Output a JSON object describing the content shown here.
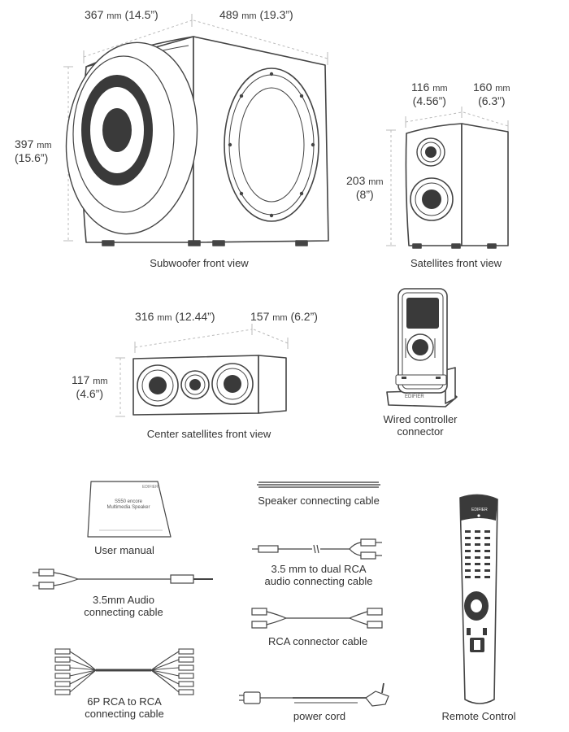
{
  "dimensions": {
    "sub_width": {
      "value": "367",
      "unit": "mm",
      "inch": "(14.5”)"
    },
    "sub_depth": {
      "value": "489",
      "unit": "mm",
      "inch": "(19.3”)"
    },
    "sub_height": {
      "value": "397",
      "unit": "mm",
      "inch": "(15.6”)"
    },
    "sat_width": {
      "value": "116",
      "unit": "mm",
      "inch": "(4.56”)"
    },
    "sat_depth": {
      "value": "160",
      "unit": "mm",
      "inch": "(6.3”)"
    },
    "sat_height": {
      "value": "203",
      "unit": "mm",
      "inch": "(8”)"
    },
    "center_width": {
      "value": "316",
      "unit": "mm",
      "inch": "(12.44”)"
    },
    "center_depth": {
      "value": "157",
      "unit": "mm",
      "inch": "(6.2”)"
    },
    "center_height": {
      "value": "117",
      "unit": "mm",
      "inch": "(4.6”)"
    }
  },
  "captions": {
    "subwoofer": "Subwoofer front view",
    "satellites": "Satellites front view",
    "center": "Center satellites front view",
    "controller_line1": "Wired controller",
    "controller_line2": "connector",
    "manual": "User manual",
    "speaker_cable": "Speaker connecting cable",
    "rca35_line1": "3.5 mm to dual RCA",
    "rca35_line2": "audio connecting cable",
    "audio35_line1": "3.5mm Audio",
    "audio35_line2": "connecting cable",
    "rca_cable": "RCA connector cable",
    "rca6p_line1": "6P RCA to RCA",
    "rca6p_line2": "connecting cable",
    "power": "power cord",
    "remote": "Remote Control"
  },
  "brand": "EDIFIER",
  "manual_text": {
    "line1": "S550 encore",
    "line2": "Multimedia Speaker"
  },
  "colors": {
    "line": "#444444",
    "dim_line": "#bbbbbb",
    "dark": "#3a3a3a",
    "text": "#333333"
  }
}
